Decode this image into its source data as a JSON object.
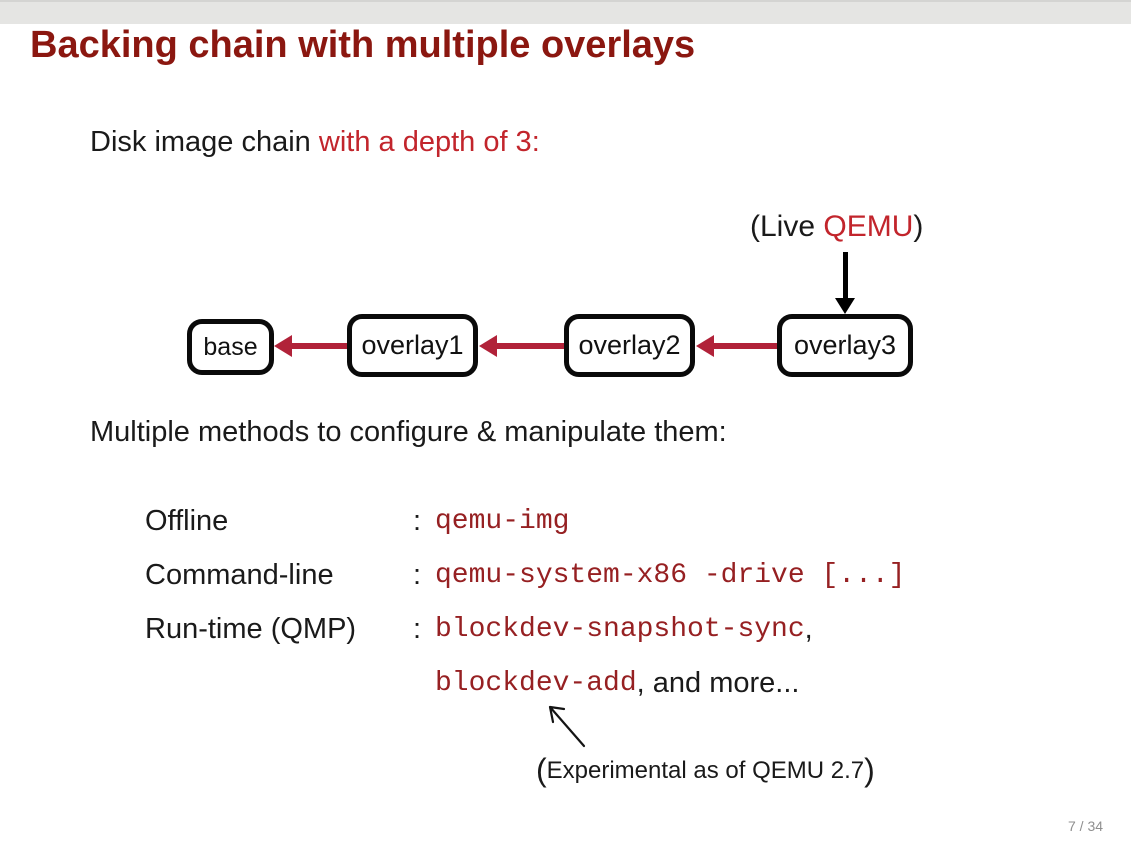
{
  "slide": {
    "title": "Backing chain with multiple overlays",
    "page_number": "7 / 34"
  },
  "intro": {
    "text_black": "Disk image chain ",
    "text_red": "with a depth of 3:"
  },
  "diagram": {
    "live_label": {
      "open": "(",
      "prefix": "Live ",
      "qemu": "QEMU",
      "close": ")"
    },
    "nodes": [
      {
        "label": "base"
      },
      {
        "label": "overlay1"
      },
      {
        "label": "overlay2"
      },
      {
        "label": "overlay3"
      }
    ]
  },
  "methods": {
    "heading": "Multiple methods to configure & manipulate them:",
    "rows": [
      {
        "label": "Offline",
        "sep": ":",
        "code": "qemu-img",
        "suffix": ""
      },
      {
        "label": "Command-line",
        "sep": ":",
        "code": "qemu-system-x86 -drive [...]",
        "suffix": ""
      },
      {
        "label": "Run-time (QMP)",
        "sep": ":",
        "code": "blockdev-snapshot-sync",
        "suffix": ","
      },
      {
        "label": "",
        "sep": "",
        "code": "blockdev-add",
        "suffix": ", and more..."
      }
    ]
  },
  "annotation": {
    "open": "(",
    "text": "Experimental as of QEMU 2.7",
    "close": ")"
  },
  "colors": {
    "title": "#8b1710",
    "red_text": "#c2252c",
    "code": "#962022",
    "arrow": "#b12239",
    "topbar": "#e5e5e3",
    "page_number": "#8f8f8f"
  }
}
